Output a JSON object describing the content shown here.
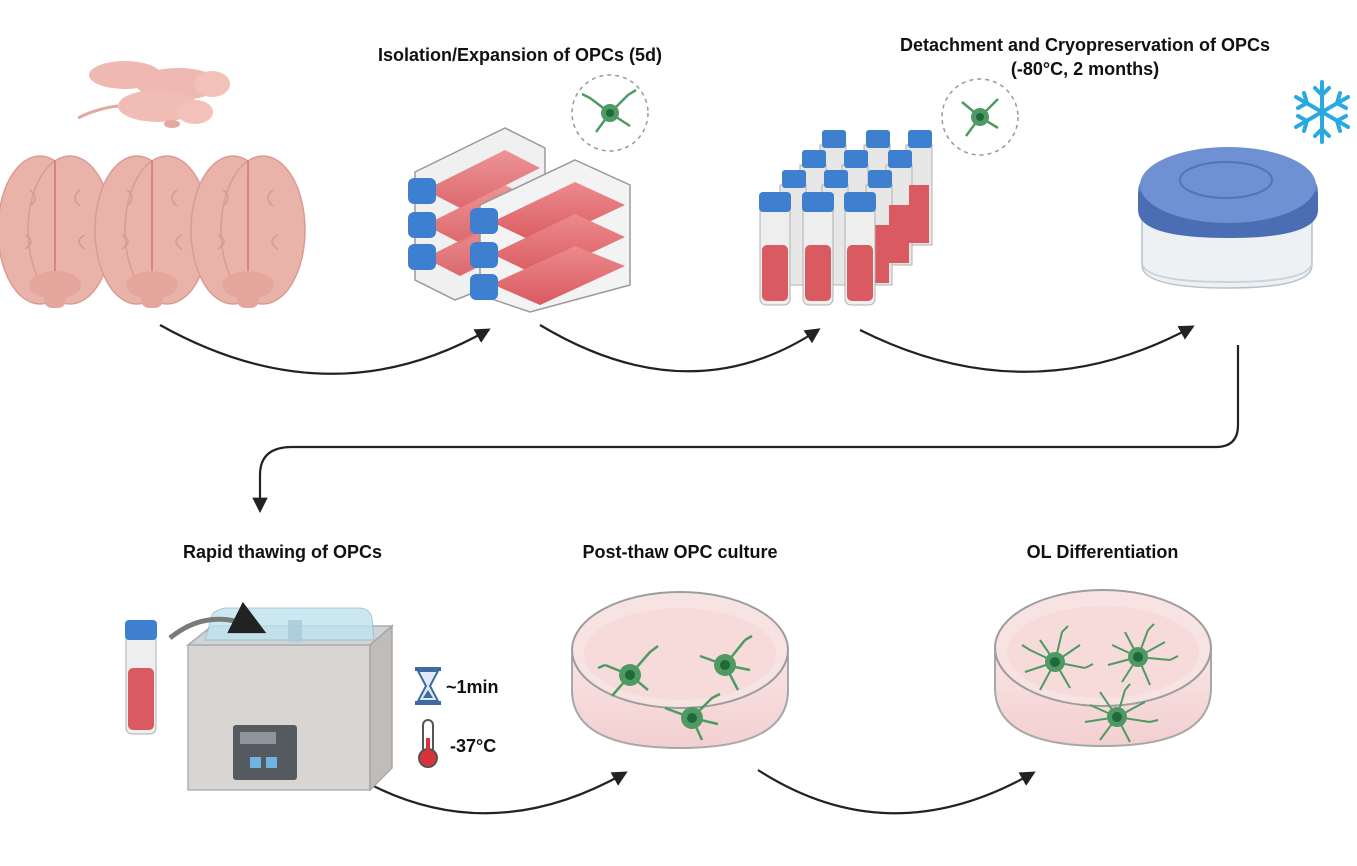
{
  "steps": {
    "isolation": {
      "label": "Isolation/Expansion of OPCs (5d)"
    },
    "detachment": {
      "line1": "Detachment and Cryopreservation of OPCs",
      "line2": "(-80°C, 2 months)"
    },
    "thawing": {
      "label": "Rapid thawing of OPCs",
      "time": "~1min",
      "temperature": "-37°C"
    },
    "culture": {
      "label": "Post-thaw OPC culture"
    },
    "differentiation": {
      "label": "OL Differentiation"
    }
  },
  "colors": {
    "flask_medium": "#e06a6f",
    "cap_blue": "#3f7fd0",
    "cell_green": "#4f9a63",
    "cell_nucleus": "#1f6a3a",
    "brain_pink": "#eab3aa",
    "container_lid": "#5b7ec4",
    "snowflake": "#29a9e0",
    "arrow": "#222222"
  },
  "icons": [
    "mouse-pups-icon",
    "brain-icon",
    "culture-flask-icon",
    "cryovial-icon",
    "cryo-container-icon",
    "snowflake-icon",
    "water-bath-icon",
    "hourglass-icon",
    "thermometer-icon",
    "petri-dish-icon",
    "opc-cell-icon",
    "oligodendrocyte-icon"
  ]
}
